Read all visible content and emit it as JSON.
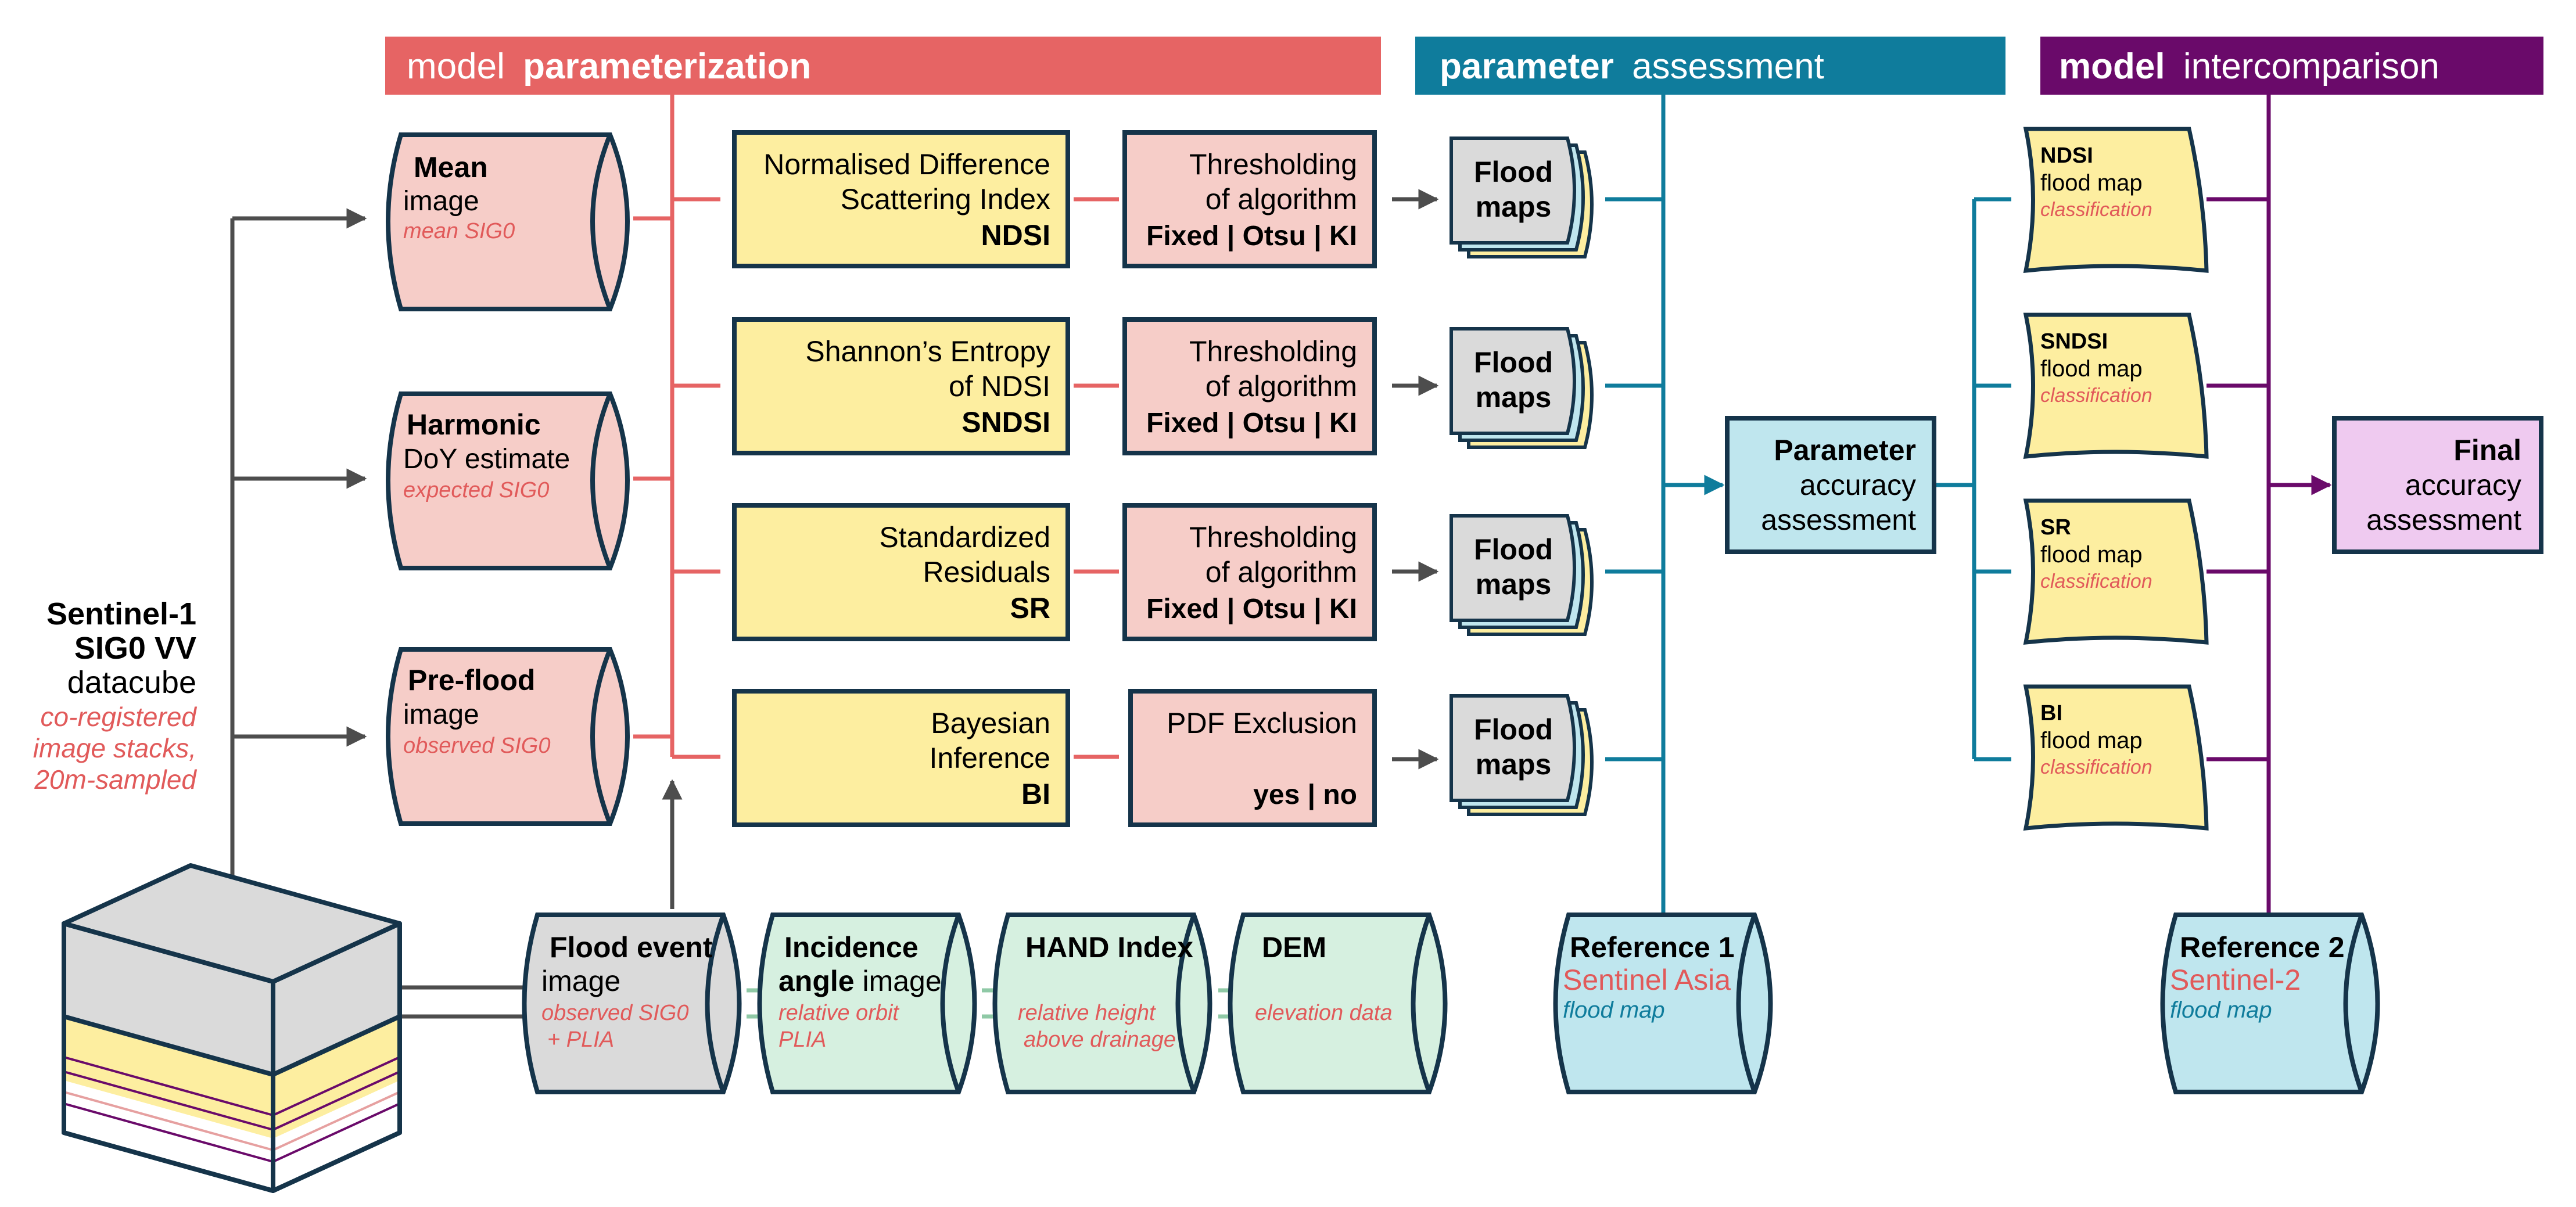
{
  "colors": {
    "red": "#e66464",
    "teal": "#0f7c9c",
    "purple": "#6a0a6a",
    "dark": "#15344a",
    "arrow": "#4d4d4d",
    "pink_fill": "#f6cdc8",
    "yellow_fill": "#fdeea0",
    "green_fill": "#d6f0e0",
    "blue_fill": "#bfe6ee",
    "gray_fill": "#dadada",
    "lilac_fill": "#efcaf0",
    "italic_red": "#e15a5a",
    "italic_teal": "#0f7c9c"
  },
  "headers": {
    "param": {
      "light": "model",
      "bold": "parameterization"
    },
    "assess": {
      "bold": "parameter",
      "light": "assessment"
    },
    "inter": {
      "bold": "model",
      "light": "intercomparison"
    }
  },
  "sentinel": {
    "line1": "Sentinel-1",
    "line2": "SIG0 VV",
    "line3": "datacube",
    "note1": "co-registered",
    "note2": "image stacks,",
    "note3": "20m-sampled"
  },
  "inputs": [
    {
      "bold": "Mean",
      "line2": "image",
      "note": "mean SIG0"
    },
    {
      "bold": "Harmonic",
      "line2": "DoY estimate",
      "note": "expected SIG0"
    },
    {
      "bold": "Pre-flood",
      "line2": "image",
      "note": "observed SIG0"
    }
  ],
  "methods": [
    {
      "line1": "Normalised Difference",
      "line2": "Scattering Index",
      "abbr": "NDSI"
    },
    {
      "line1": "Shannon’s Entropy",
      "line2": "of NDSI",
      "abbr": "SNDSI"
    },
    {
      "line1": "Standardized",
      "line2": "Residuals",
      "abbr": "SR"
    },
    {
      "line1": "Bayesian",
      "line2": "Inference",
      "abbr": "BI"
    }
  ],
  "thresholds": [
    {
      "line1": "Thresholding",
      "line2": "of algorithm",
      "options": "Fixed | Otsu | KI"
    },
    {
      "line1": "Thresholding",
      "line2": "of algorithm",
      "options": "Fixed | Otsu | KI"
    },
    {
      "line1": "Thresholding",
      "line2": "of algorithm",
      "options": "Fixed | Otsu | KI"
    },
    {
      "line1": "PDF Exclusion",
      "line2": "",
      "options": "yes | no"
    }
  ],
  "flood_maps": {
    "line1": "Flood",
    "line2": "maps"
  },
  "parameter_assessment": {
    "bold": "Parameter",
    "line2": "accuracy",
    "line3": "assessment"
  },
  "class_maps": [
    {
      "abbr": "NDSI",
      "line2": "flood map",
      "note": "classification"
    },
    {
      "abbr": "SNDSI",
      "line2": "flood map",
      "note": "classification"
    },
    {
      "abbr": "SR",
      "line2": "flood map",
      "note": "classification"
    },
    {
      "abbr": "BI",
      "line2": "flood map",
      "note": "classification"
    }
  ],
  "final_assessment": {
    "bold": "Final",
    "line2": "accuracy",
    "line3": "assessment"
  },
  "ancillary": [
    {
      "bold": "Flood event",
      "line2": "image",
      "note1": "observed SIG0",
      "note2": "+ PLIA"
    },
    {
      "bold": "Incidence",
      "bold2": "angle",
      "line2": " image",
      "note1": "relative orbit",
      "note2": "PLIA"
    },
    {
      "bold": "HAND Index",
      "note1": "relative height",
      "note2": "above drainage"
    },
    {
      "bold": "DEM",
      "note1": "elevation data"
    }
  ],
  "references": [
    {
      "bold": "Reference 1",
      "line2": "Sentinel Asia",
      "note": "flood map"
    },
    {
      "bold": "Reference 2",
      "line2": "Sentinel-2",
      "note": "flood map"
    }
  ]
}
